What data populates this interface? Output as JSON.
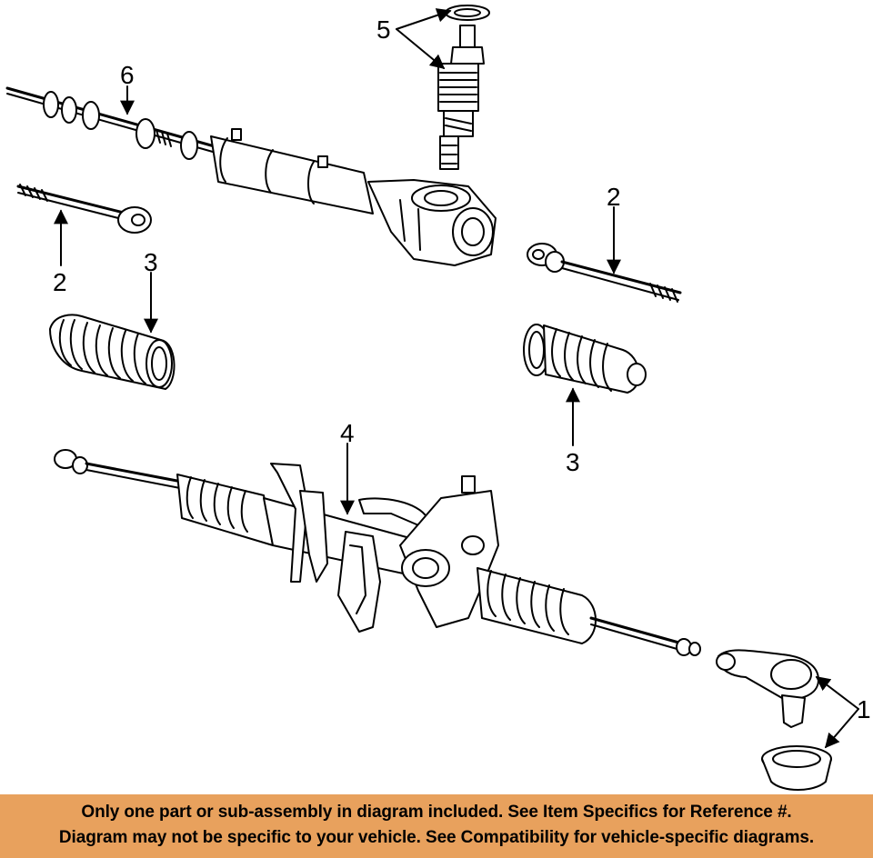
{
  "diagram": {
    "callouts": {
      "c1": "1",
      "c2a": "2",
      "c2b": "2",
      "c3a": "3",
      "c3b": "3",
      "c4": "4",
      "c5": "5",
      "c6": "6"
    }
  },
  "banner": {
    "line1": "Only one part or sub-assembly in diagram included. See Item Specifics for Reference #.",
    "line2": "Diagram may not be specific to your vehicle. See Compatibility for vehicle-specific diagrams."
  },
  "colors": {
    "banner_bg": "#e8a15d",
    "ink": "#000000"
  }
}
